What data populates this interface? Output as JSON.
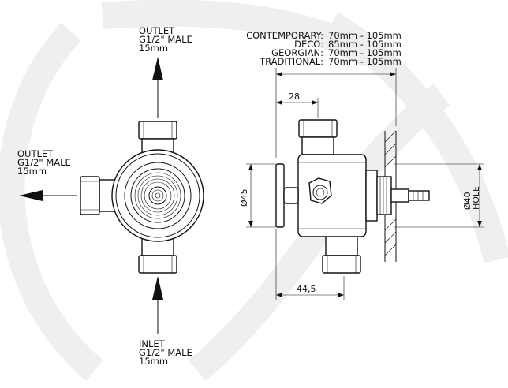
{
  "front_view": {
    "outlet_top": [
      "OUTLET",
      "G1/2\" MALE",
      "15mm"
    ],
    "outlet_left": [
      "OUTLET",
      "G1/2\" MALE",
      "15mm"
    ],
    "inlet_bottom": [
      "INLET",
      "G1/2\" MALE",
      "15mm"
    ]
  },
  "side_view": {
    "styles": [
      {
        "name": "CONTEMPORARY:",
        "range": "70mm - 105mm"
      },
      {
        "name": "DECO:",
        "range": "85mm - 105mm"
      },
      {
        "name": "GEORGIAN:",
        "range": "70mm - 105mm"
      },
      {
        "name": "TRADITIONAL:",
        "range": "70mm - 105mm"
      }
    ],
    "dim_top": "28",
    "dim_left": "Ø45",
    "dim_bottom": "44,5",
    "dim_right": [
      "Ø40",
      "HOLE"
    ]
  },
  "colors": {
    "line": "#111111",
    "watermark": "#efefef"
  }
}
